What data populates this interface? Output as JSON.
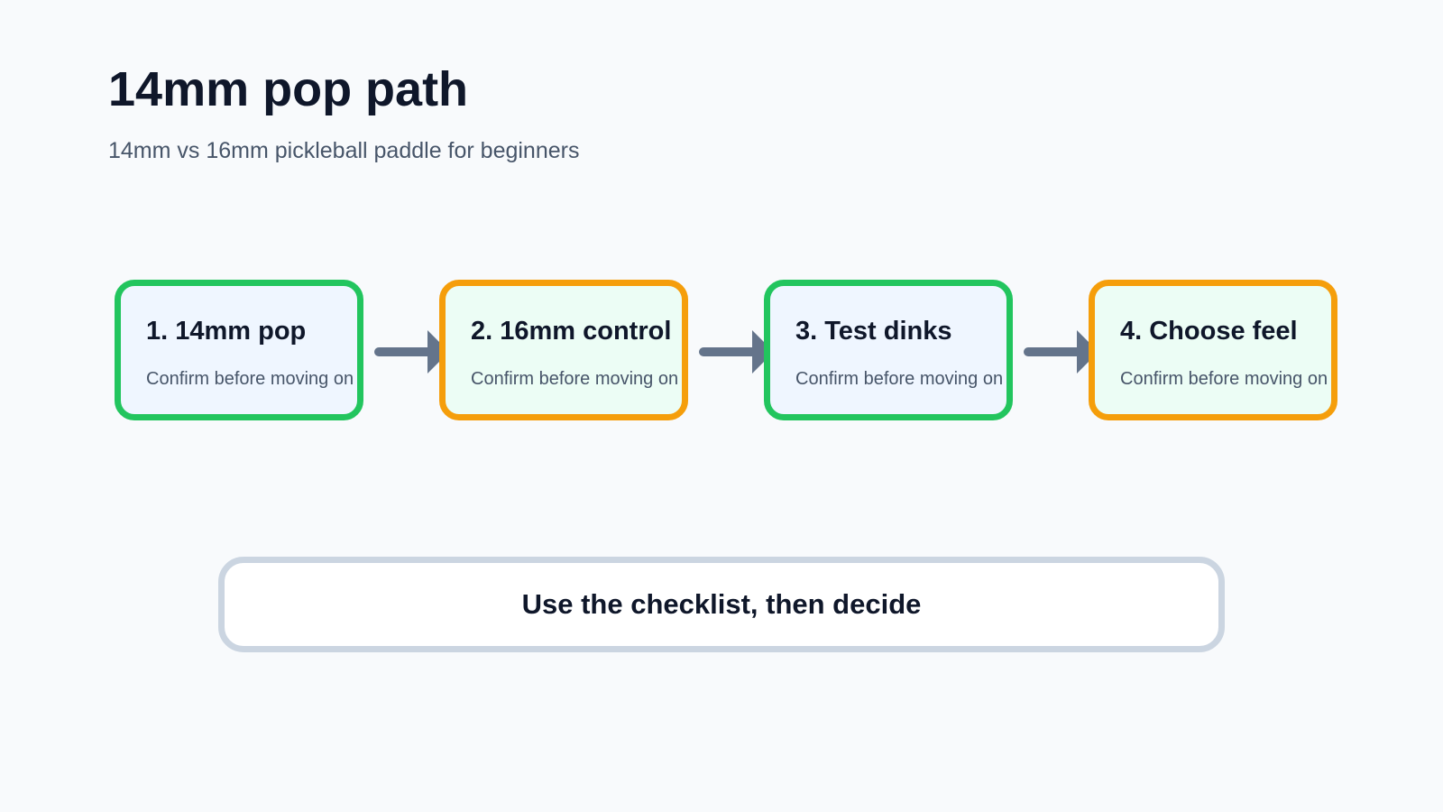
{
  "title": "14mm pop path",
  "subtitle": "14mm vs 16mm pickleball paddle for beginners",
  "steps": [
    {
      "title": "1. 14mm pop",
      "description": "Confirm before moving on"
    },
    {
      "title": "2. 16mm control",
      "description": "Confirm before moving on"
    },
    {
      "title": "3. Test dinks",
      "description": "Confirm before moving on"
    },
    {
      "title": "4. Choose feel",
      "description": "Confirm before moving on"
    }
  ],
  "conclusion": "Use the checklist, then decide",
  "colors": {
    "background": "#f8fafc",
    "green_border": "#22c55e",
    "orange_border": "#f59e0b",
    "arrow": "#64748b",
    "conclusion_border": "#cbd5e1"
  }
}
